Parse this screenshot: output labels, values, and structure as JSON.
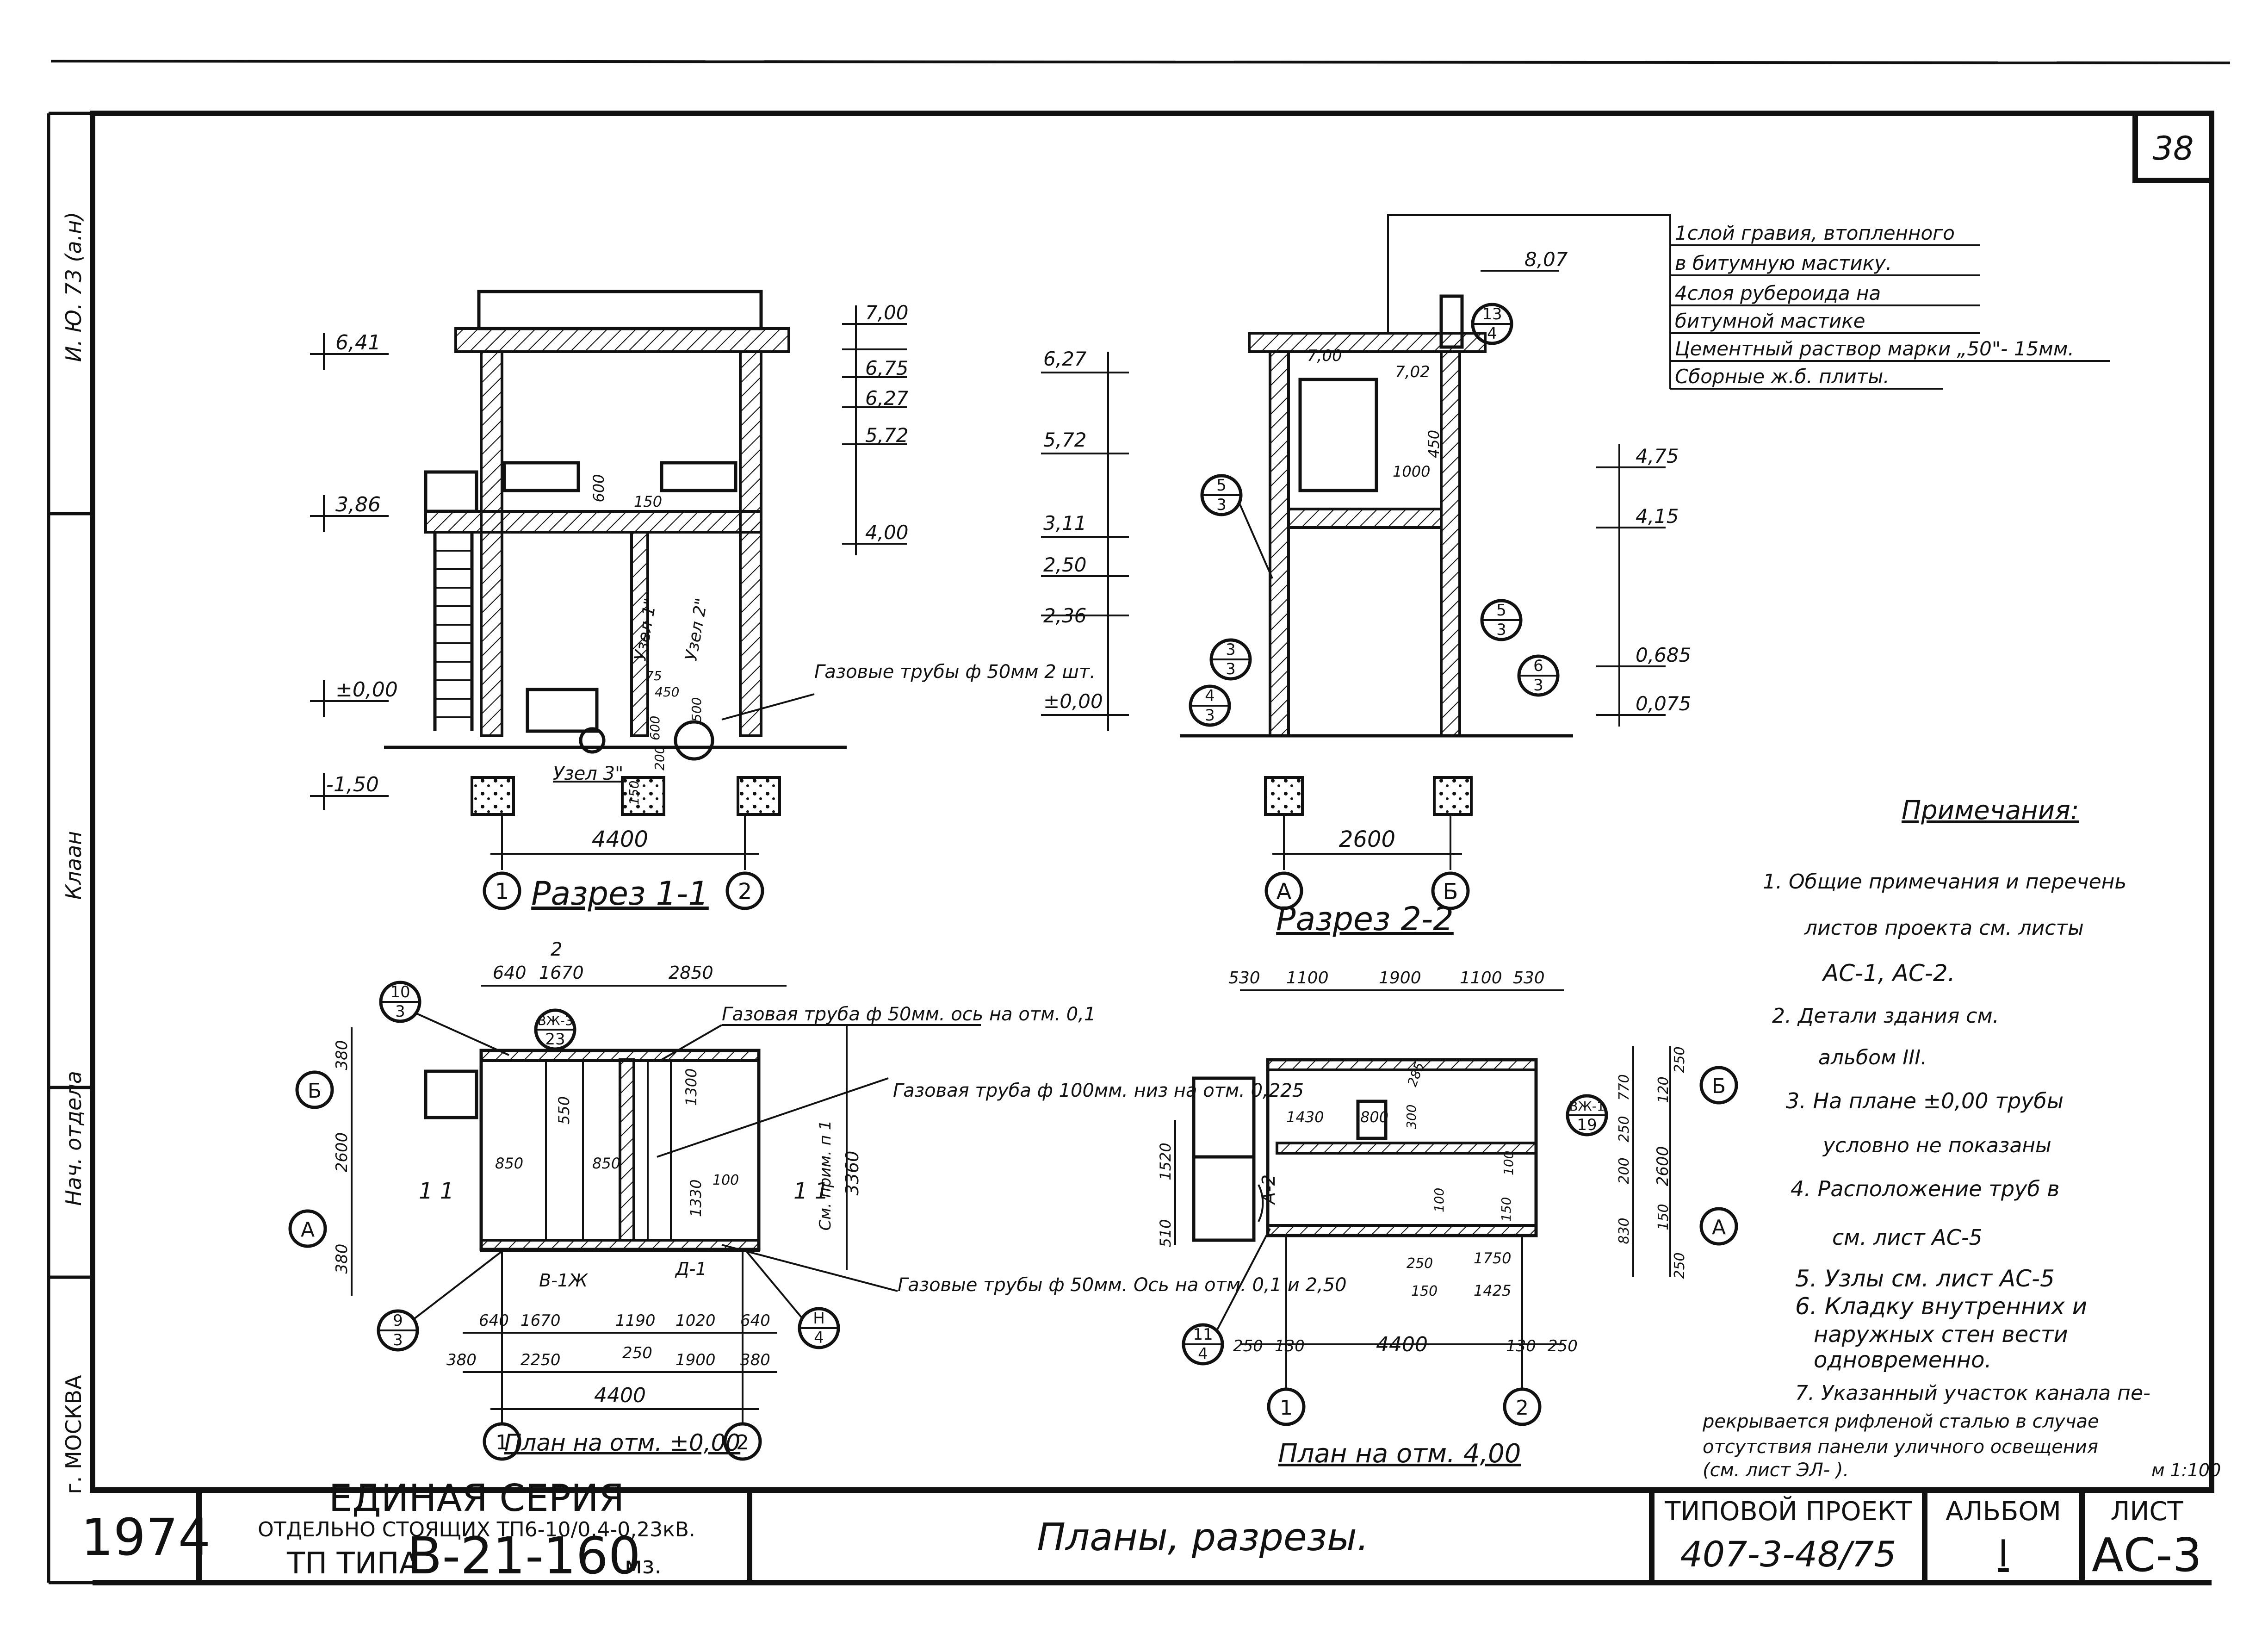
{
  "sheet_number": "38",
  "side_text": {
    "top": "И. Ю. 73 (а.н)",
    "middle_name": "Клаан",
    "dept": "Нач. отдела ",
    "city": "г. МОСКВА"
  },
  "section_1": {
    "title": "Разрез 1-1",
    "axis_left": "1",
    "axis_right": "2",
    "dim_span": "4400",
    "levels_left": [
      "6,41",
      "3,86",
      "±0,00",
      "-1,50"
    ],
    "levels_right": [
      "7,00",
      "6,75",
      "6,27",
      "5,72",
      "4,00"
    ],
    "dims_inner": [
      "600",
      "150"
    ],
    "gas_pipes": "Газовые трубы ф 50мм 2 шт.",
    "nodes": [
      "Узел 1\"",
      "Узел 2\"",
      "Узел 3\""
    ],
    "node_dims": [
      "450",
      "75",
      "600",
      "500",
      "150",
      "200"
    ]
  },
  "section_2": {
    "title": "Разрез 2-2",
    "axis_left": "А",
    "axis_right": "Б",
    "dim_span": "2600",
    "levels_left": [
      "6,27",
      "5,72",
      "3,11",
      "2,50",
      "2,36",
      "±0,00"
    ],
    "levels_right": [
      "4,75",
      "4,15",
      "0,685",
      "0,075"
    ],
    "level_top": "8,07",
    "level_inner": [
      "7,00",
      "7,02"
    ],
    "dims_inner": [
      "1000",
      "450"
    ],
    "callouts": [
      {
        "top": "13",
        "bottom": "4"
      },
      {
        "top": "5",
        "bottom": "3"
      },
      {
        "top": "3",
        "bottom": "3"
      },
      {
        "top": "4",
        "bottom": "3"
      },
      {
        "top": "5",
        "bottom": "3"
      },
      {
        "top": "6",
        "bottom": "3"
      }
    ]
  },
  "roof_layers": [
    "1слой гравия, втопленного",
    "в битумную мастику.",
    "4слоя рубероида на",
    "битумной мастике",
    "Цементный раствор марки „50\"- 15мм.",
    "Сборные ж.б. плиты."
  ],
  "plan_1": {
    "title": "План на отм. ±0,00",
    "axis_left": "1",
    "axis_right": "2",
    "axis_top": "Б",
    "axis_bottom": "А",
    "section_mark": "1 1",
    "section_mark_2": "2",
    "dims_top": [
      "640",
      "1670",
      "2850"
    ],
    "dims_bottom_1": [
      "640",
      "1670",
      "1190",
      "1020",
      "640"
    ],
    "dims_bottom_2": [
      "380",
      "2250",
      "250",
      "1900",
      "380"
    ],
    "dim_total": "4400",
    "dims_left": [
      "380",
      "2600",
      "380"
    ],
    "dim_right": "3360",
    "dim_right_note": "См. прим. п 1",
    "inner_dims": [
      "850",
      "550",
      "850",
      "1300",
      "100",
      "1330"
    ],
    "room_labels": [
      "В-1Ж",
      "Д-1"
    ],
    "callouts": [
      {
        "top": "10",
        "bottom": "3"
      },
      {
        "top": "ВЖ-3",
        "bottom": "23"
      },
      {
        "top": "9",
        "bottom": "3"
      },
      {
        "top": "Н",
        "bottom": "4"
      }
    ],
    "notes": [
      "Газовая труба ф 50мм. ось на отм. 0,1",
      "Газовая труба ф 100мм. низ на отм. 0,225",
      "Газовые трубы ф 50мм. Ось на отм. 0,1 и 2,50"
    ]
  },
  "plan_2": {
    "title": "План на отм. 4,00",
    "axis_left": "1",
    "axis_right": "2",
    "axis_top": "Б",
    "axis_bottom": "А",
    "dims_top": [
      "530",
      "1100",
      "1900",
      "1100",
      "530"
    ],
    "dim_total": "4400",
    "dims_bottom": [
      "250",
      "130",
      "130",
      "250"
    ],
    "dims_inner": [
      "1430",
      "800",
      "1750",
      "1425",
      "250",
      "150",
      "285",
      "300",
      "100",
      "150",
      "100"
    ],
    "dims_left": [
      "510",
      "1520"
    ],
    "dims_right": [
      "250",
      "770",
      "250",
      "120",
      "2600",
      "200",
      "150",
      "830",
      "250"
    ],
    "door_label": "А-2",
    "callouts": [
      {
        "top": "11",
        "bottom": "4"
      },
      {
        "top": "ВЖ-1",
        "bottom": "19"
      }
    ]
  },
  "notes": {
    "title": "Примечания:",
    "items": [
      "1. Общие примечания и перечень",
      "листов проекта см. листы",
      "АС-1,  АС-2.",
      "2. Детали здания см.",
      "альбом  III.",
      "3. На плане ±0,00 трубы",
      "условно не показаны",
      "4. Расположение труб в",
      "см. лист АС-5",
      "5. Узлы см. лист АС-5",
      "6. Кладку внутренних и",
      "наружных стен вести",
      "одновременно.",
      "7. Указанный участок канала пе-",
      "рекрывается рифленой сталью в случае",
      "отсутствия панели уличного освещения",
      "(см. лист ЭЛ-  )."
    ],
    "scale": "м 1:100"
  },
  "title_block": {
    "year": "1974",
    "series_title": "ЕДИНАЯ СЕРИЯ",
    "series_sub": "ОТДЕЛЬНО СТОЯЩИХ ТП6-10/0,4-0,23кВ.",
    "tp_prefix": "ТП ТИПА",
    "tp_type": "В-21-160",
    "tp_suffix": "мз.",
    "drawing_title": "Планы, разрезы.",
    "project_label": "ТИПОВОЙ ПРОЕКТ",
    "project_number": "407-3-48/75",
    "album_label": "АЛЬБОМ",
    "album_value": "I",
    "sheet_label": "ЛИСТ",
    "sheet_value": "АС-3"
  }
}
